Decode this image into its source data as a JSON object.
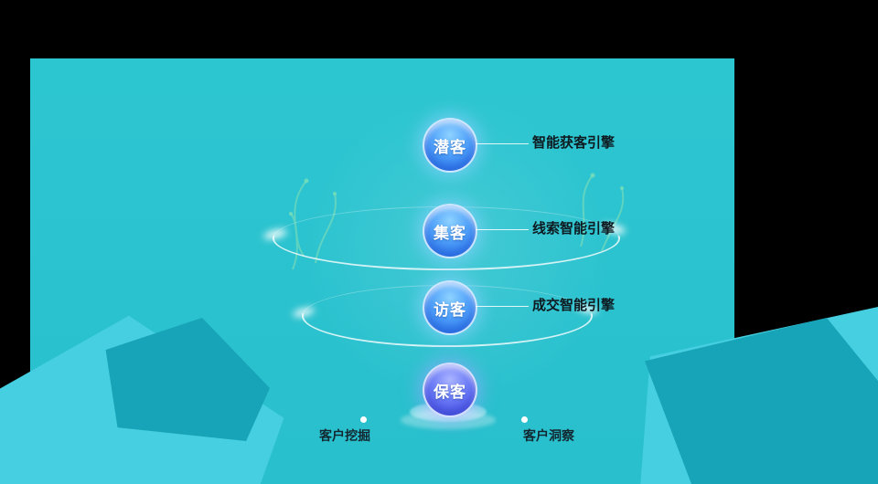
{
  "palette": {
    "background": "#000000",
    "panel": "#2BC3CE",
    "facet_light": "#46CFE0",
    "facet_dark": "#17A4B8",
    "orb_blue": "#3E8BF4",
    "orb_indigo": "#5A63EE",
    "ring_white": "#FFFFFF",
    "text_dark": "#0E1A20"
  },
  "funnel": {
    "stages": [
      {
        "label": "潜客",
        "engine": "智能获客引擎"
      },
      {
        "label": "集客",
        "engine": "线索智能引擎"
      },
      {
        "label": "访客",
        "engine": "成交智能引擎"
      },
      {
        "label": "保客"
      }
    ]
  },
  "footer": {
    "items": [
      {
        "label": "客户挖掘"
      },
      {
        "label": "客户洞察"
      }
    ]
  }
}
